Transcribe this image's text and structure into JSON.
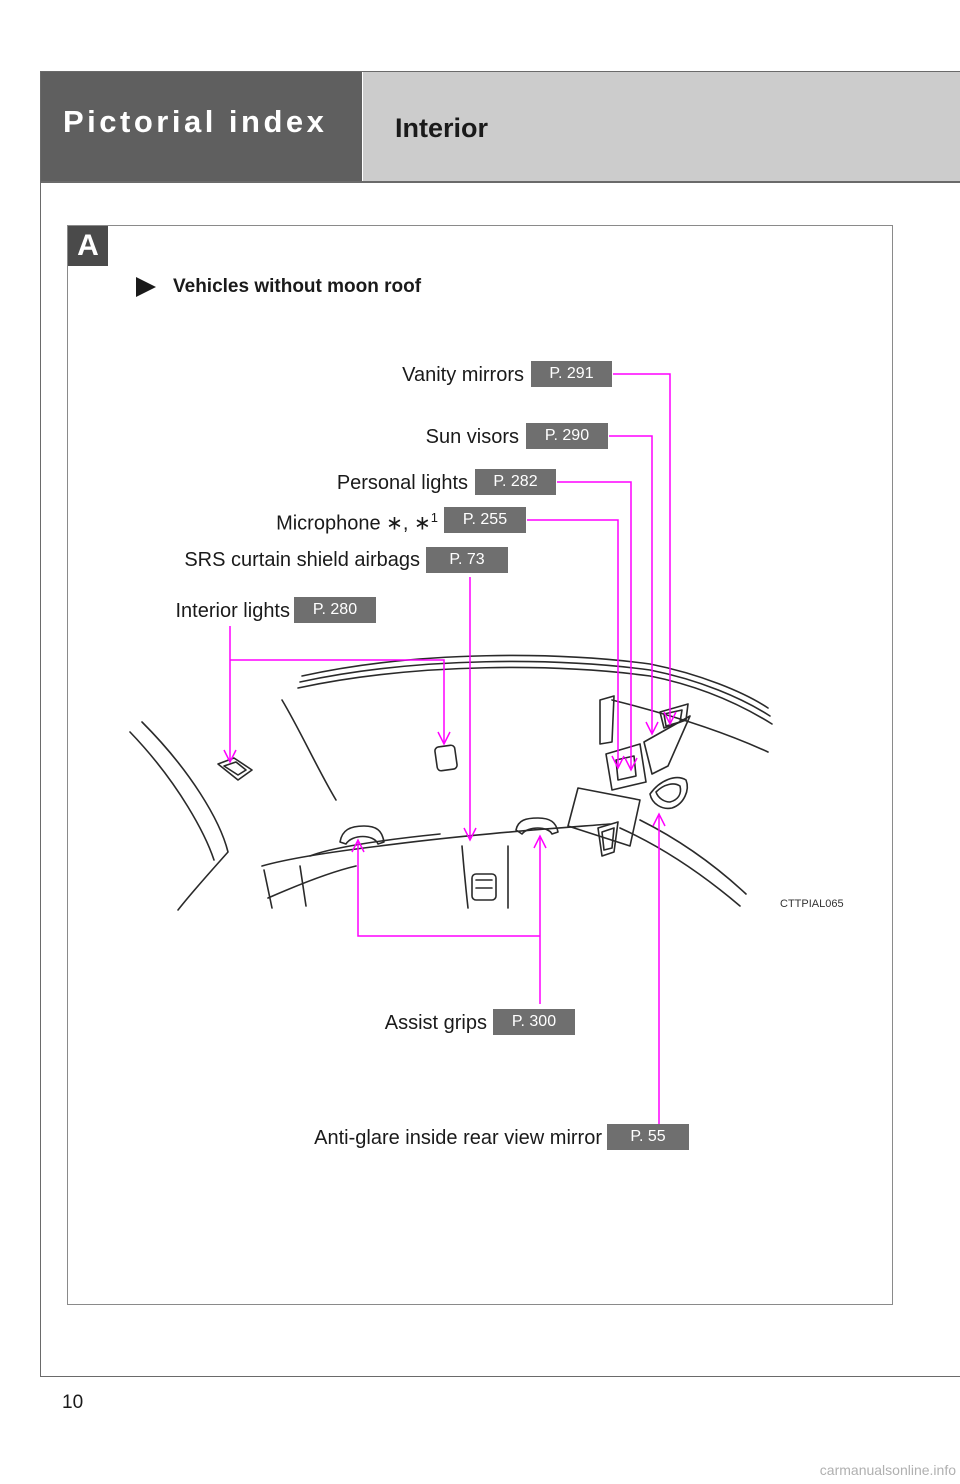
{
  "header": {
    "section_title": "Pictorial index",
    "subtitle": "Interior"
  },
  "section": {
    "letter": "A",
    "vehicle_label": "Vehicles without moon roof"
  },
  "callouts": {
    "vanity_mirrors": {
      "label": "Vanity mirrors",
      "page": "P. 291"
    },
    "sun_visors": {
      "label": "Sun visors",
      "page": "P. 290"
    },
    "personal_lights": {
      "label": "Personal lights",
      "page": "P. 282"
    },
    "microphone": {
      "label": "Microphone ∗, ∗",
      "superscript": "1",
      "page": "P. 255"
    },
    "srs_airbags": {
      "label": "SRS curtain shield airbags",
      "page": "P. 73"
    },
    "interior_lights": {
      "label": "Interior lights",
      "page": "P. 280"
    },
    "assist_grips": {
      "label": "Assist grips",
      "page": "P. 300"
    },
    "rear_view_mirror": {
      "label": "Anti-glare inside rear view mirror",
      "page": "P. 55"
    }
  },
  "figure_code": "CTTPIAL065",
  "page_number": "10",
  "footer": "carmanualsonline.info",
  "colors": {
    "leader_line": "#ff00ff",
    "header_dark": "#5f5f5f",
    "header_light": "#cccccc",
    "page_badge": "#6f6f6f"
  }
}
